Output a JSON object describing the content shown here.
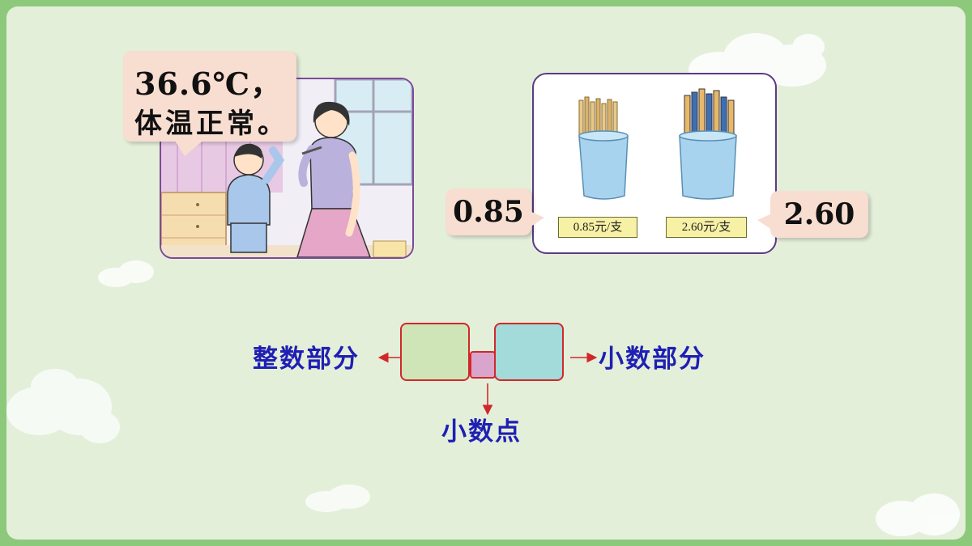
{
  "temperature_bubble": {
    "line1": "36.6℃，",
    "line2": "体温正常。"
  },
  "price_left": "0.85",
  "price_right": "2.60",
  "price_tags": [
    "0.85元/支",
    "2.60元/支"
  ],
  "diagram": {
    "integer_part_label": "整数部分",
    "decimal_part_label": "小数部分",
    "decimal_point_label": "小数点"
  },
  "colors": {
    "frame_green": "#8dc97b",
    "slide_bg": "#e4efda",
    "bubble_fill": "#f8ddd1",
    "label_blue": "#1f1fb3",
    "arrow_red": "#d0282a",
    "integer_box": "#cfe5b7",
    "decimal_box": "#a2dbd9",
    "point_box": "#d9a5cd"
  }
}
